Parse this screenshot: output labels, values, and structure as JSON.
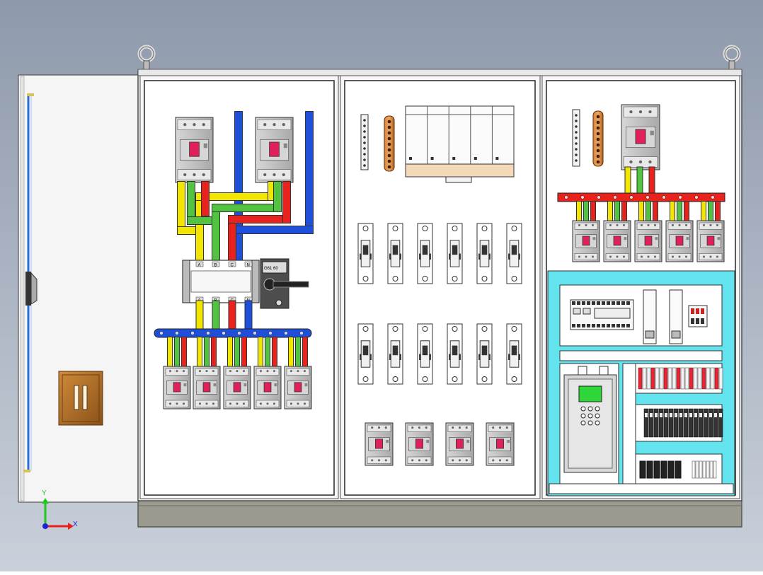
{
  "viewport": {
    "background_top": "#8e99ab",
    "background_bottom": "#c9d0da"
  },
  "colors": {
    "cabinet_frame": "#f2f2f2",
    "cabinet_outline": "#555555",
    "plinth": "#9a9a8e",
    "busbar_phase_a": "#f2e600",
    "busbar_phase_b": "#52c241",
    "busbar_phase_c": "#e8231e",
    "busbar_neutral": "#1f4fd8",
    "busbar_pe": "#1f4fd8",
    "breaker_body": "#bdbdbd",
    "breaker_handle": "#e0205a",
    "mounting_plate": "#63e3ee",
    "vfd_display": "#2fd63a",
    "door_handle": "#b5762a",
    "switch_body": "#4d4d4d",
    "axis_x": "#e82020",
    "axis_y": "#1fc81f",
    "axis_origin": "#1f1fd8"
  },
  "panel1": {
    "main_breakers": 2,
    "outgoing_breakers": 5,
    "switch_terminal_top": [
      "A",
      "B",
      "C",
      "N"
    ],
    "switch_terminal_bottom": [
      "A",
      "B",
      "C",
      "N"
    ],
    "switch_label": "G61 60"
  },
  "panel2": {
    "mcb_rows": 2,
    "mcb_per_row": 6,
    "bottom_breakers": 4,
    "terminal_strips": [
      "neutral-bar",
      "copper-pe-bar"
    ]
  },
  "panel3": {
    "incoming_breakers": 1,
    "outgoing_breakers": 5,
    "icons": [
      "inverter-icon",
      "relay-icon",
      "terminal-block-icon"
    ]
  },
  "axes": {
    "x_label": "X",
    "y_label": "Y"
  }
}
